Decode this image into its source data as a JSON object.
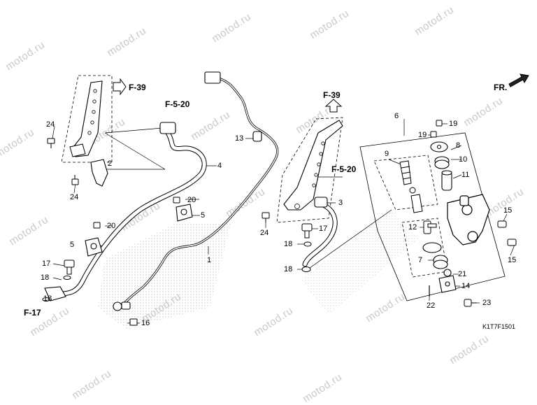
{
  "watermark_text": "motod.ru",
  "figure_code": "K1T7F1501",
  "front_indicator": "FR.",
  "references": {
    "top_left": "F-39",
    "mid_left": "F-5-20",
    "center": "F-39",
    "center_right": "F-5-20",
    "bottom_left": "F-17"
  },
  "callouts": {
    "c1": "1",
    "c2": "2",
    "c3": "3",
    "c4": "4",
    "c5a": "5",
    "c5b": "5",
    "c6": "6",
    "c7": "7",
    "c8": "8",
    "c9": "9",
    "c10": "10",
    "c11": "11",
    "c12": "12",
    "c13": "13",
    "c14": "14",
    "c15a": "15",
    "c15b": "15",
    "c16": "16",
    "c17a": "17",
    "c17b": "17",
    "c18a": "18",
    "c18b": "18",
    "c18c": "18",
    "c19a": "19",
    "c19b": "19",
    "c20a": "20",
    "c20b": "20",
    "c21": "21",
    "c22": "22",
    "c23": "23",
    "c24a": "24",
    "c24b": "24",
    "c24c": "24"
  },
  "colors": {
    "line": "#000000",
    "watermark": "#c9c9c9",
    "shading": "#bfbfbf"
  }
}
